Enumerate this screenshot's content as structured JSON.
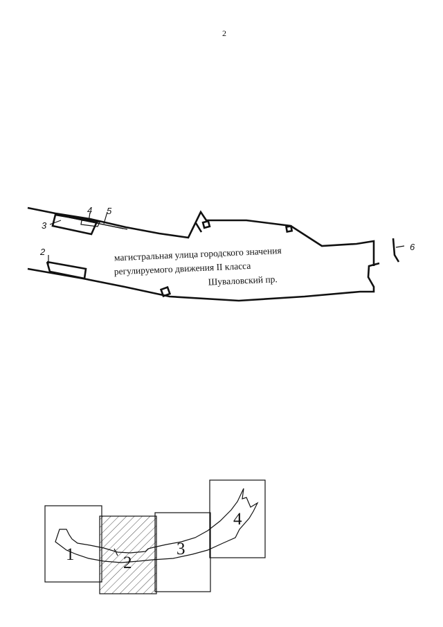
{
  "page_number": "2",
  "plan": {
    "street_label_line1": "магистральная улица городского значения",
    "street_label_line2": "регулируемого движения II класса",
    "street_name": "Шуваловский пр.",
    "callouts": [
      "2",
      "3",
      "4",
      "5",
      "6"
    ]
  },
  "index_map": {
    "sheet_labels": [
      "1",
      "2",
      "3",
      "4"
    ],
    "highlighted_sheet": "2"
  }
}
